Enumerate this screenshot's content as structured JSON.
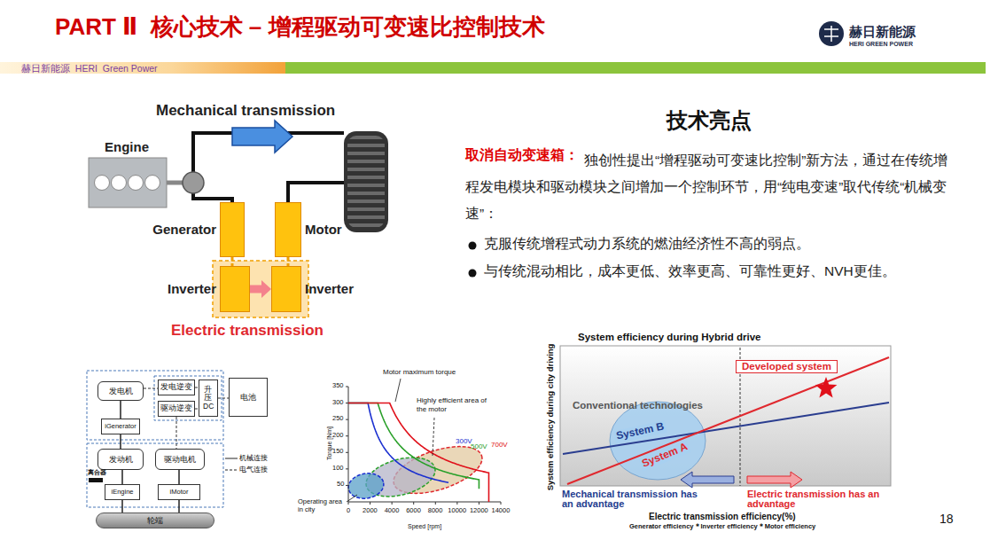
{
  "diagram": {
    "title": "PART Ⅱ  核心技术 – 增程驱动可变速比控制技术",
    "nodes": [
      {
        "text": [
          "Generator"
        ]
      },
      {
        "text": [
          "Motor"
        ]
      },
      {
        "text": [
          "Inverter"
        ]
      },
      {
        "text": [
          "Inverter"
        ]
      },
      {
        "text": [
          "发电机"
        ]
      },
      {
        "text": [
          "发电逆变"
        ]
      },
      {
        "text": [
          "驱动逆变"
        ]
      },
      {
        "text": [
          "升压DC"
        ]
      },
      {
        "text": [
          "电池"
        ]
      },
      {
        "text": [
          "iGenerator"
        ]
      },
      {
        "text": [
          "发动机"
        ]
      },
      {
        "text": [
          "驱动电机"
        ]
      },
      {
        "text": [
          "iEngine"
        ]
      },
      {
        "text": [
          "iMotor"
        ]
      },
      {
        "text": [
          "轮端"
        ]
      },
      {
        "text": [
          "Developed system"
        ]
      }
    ],
    "edges": [
      {
        "from": 0,
        "to": 2,
        "arrow": "none"
      },
      {
        "from": 1,
        "to": 3,
        "arrow": "none"
      },
      {
        "from": 2,
        "to": 3,
        "arrow": "to"
      },
      {
        "from": 4,
        "to": 9,
        "arrow": "none"
      },
      {
        "from": 9,
        "to": 10,
        "arrow": "none"
      },
      {
        "from": 10,
        "to": 12,
        "arrow": "none"
      },
      {
        "from": 12,
        "to": 14,
        "arrow": "none"
      },
      {
        "from": 11,
        "to": 13,
        "arrow": "none"
      },
      {
        "from": 13,
        "to": 14,
        "arrow": "none"
      },
      {
        "from": 4,
        "to": 5,
        "arrow": "none"
      },
      {
        "from": 5,
        "to": 7,
        "arrow": "none"
      },
      {
        "from": 6,
        "to": 7,
        "arrow": "none"
      },
      {
        "from": 7,
        "to": 8,
        "arrow": "none"
      },
      {
        "from": 6,
        "to": 11,
        "arrow": "none"
      }
    ],
    "labels": [
      "赫日新能源",
      "HERI GREEN POWER",
      "赫日新能源  HERI  Green Power",
      "Mechanical transmission",
      "Engine",
      "Electric transmission",
      "技术亮点",
      "取消自动变速箱：",
      "独创性提出“增程驱动可变速比控制”新方法，通过在传统增程发电模块和驱动模块之间增加一个控制环节，用“纯电变速”取代传统“机械变速”：",
      "克服传统增程式动力系统的燃油经济性不高的弱点。",
      "与传统混动相比，成本更低、效率更高、可靠性更好、NVH更佳。",
      "离合器",
      "Motor maximum torque",
      "Highly efficient area of the motor",
      "300V",
      "500V",
      "700V",
      "Torque [Nm]",
      "Speed [rpm]",
      "Operating area in city",
      "350",
      "300",
      "250",
      "200",
      "150",
      "100",
      "50",
      "0",
      "2000",
      "4000",
      "6000",
      "8000",
      "10000",
      "12000",
      "14000",
      "System efficiency during Hybrid drive",
      "Conventional technologies",
      "System B",
      "System A",
      "Mechanical transmission has an advantage",
      "Electric transmission has an advantage",
      "System efficiency during city driving",
      "Electric transmission efficiency(%)",
      "Generator efficiency＊Inverter efficiency＊Motor efficiency",
      "18"
    ],
    "legend": [
      {
        "text": "机械连接"
      },
      {
        "text": "电气连接"
      }
    ]
  }
}
